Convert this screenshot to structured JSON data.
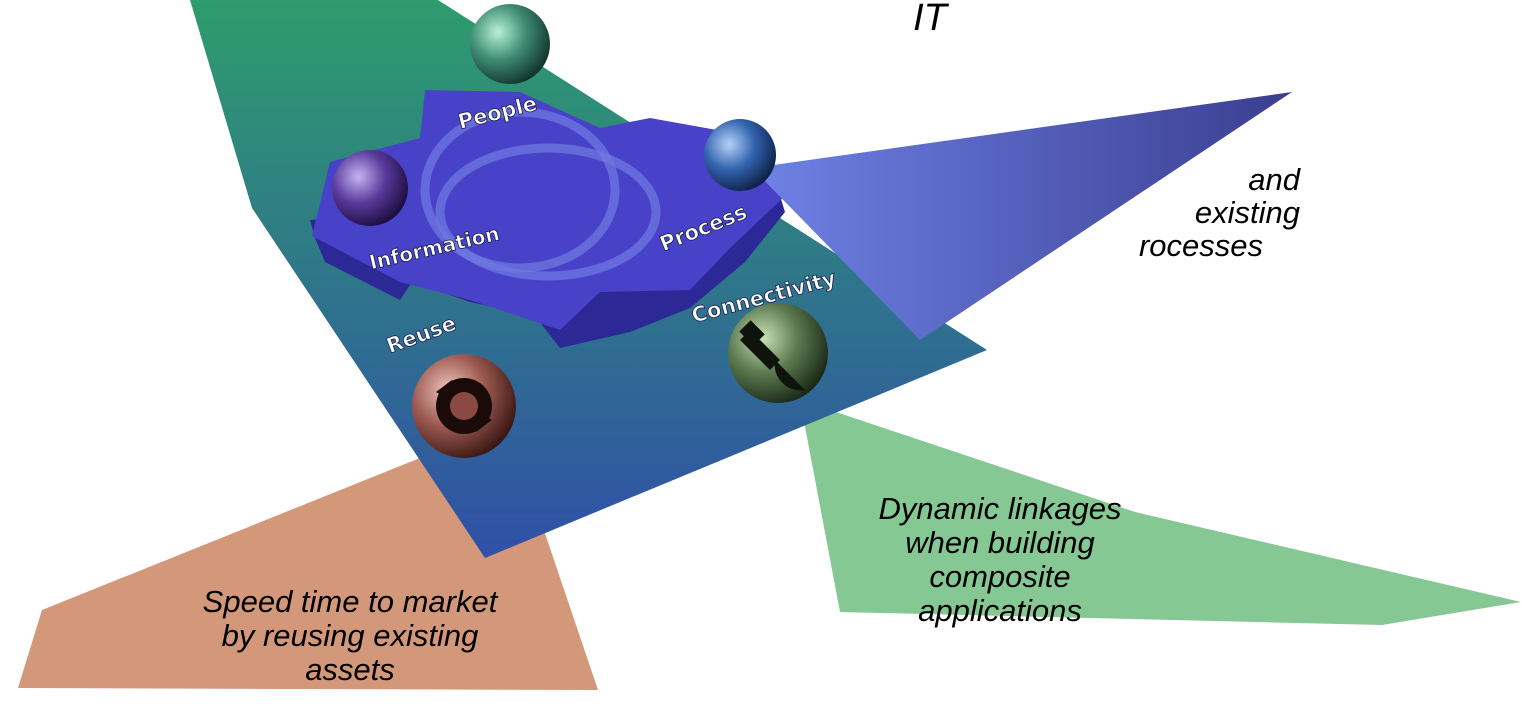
{
  "header_fragment": "IT",
  "pillars": [
    {
      "id": "people",
      "label": "People"
    },
    {
      "id": "information",
      "label": "Information"
    },
    {
      "id": "process",
      "label": "Process"
    },
    {
      "id": "reuse",
      "label": "Reuse"
    },
    {
      "id": "connectivity",
      "label": "Connectivity"
    }
  ],
  "callouts": {
    "process": {
      "lines": [
        "and",
        "existing",
        "rocesses"
      ],
      "color": "#5560c8"
    },
    "connectivity": {
      "lines": [
        "Dynamic linkages",
        "when building",
        "composite",
        "applications"
      ],
      "color": "#86c894"
    },
    "reuse": {
      "lines": [
        "Speed time to market",
        "by reusing existing",
        "assets"
      ],
      "color": "#d3977a"
    }
  },
  "colors": {
    "backdrop_top": "#2e9c6c",
    "backdrop_bottom": "#3050a8",
    "platform": "#4842c8",
    "platform_side": "#2c2896"
  },
  "icons": {
    "people": "globe-icon",
    "information": "globe-icon",
    "process": "globe-icon",
    "reuse": "recycle-icon",
    "connectivity": "plug-icon"
  }
}
